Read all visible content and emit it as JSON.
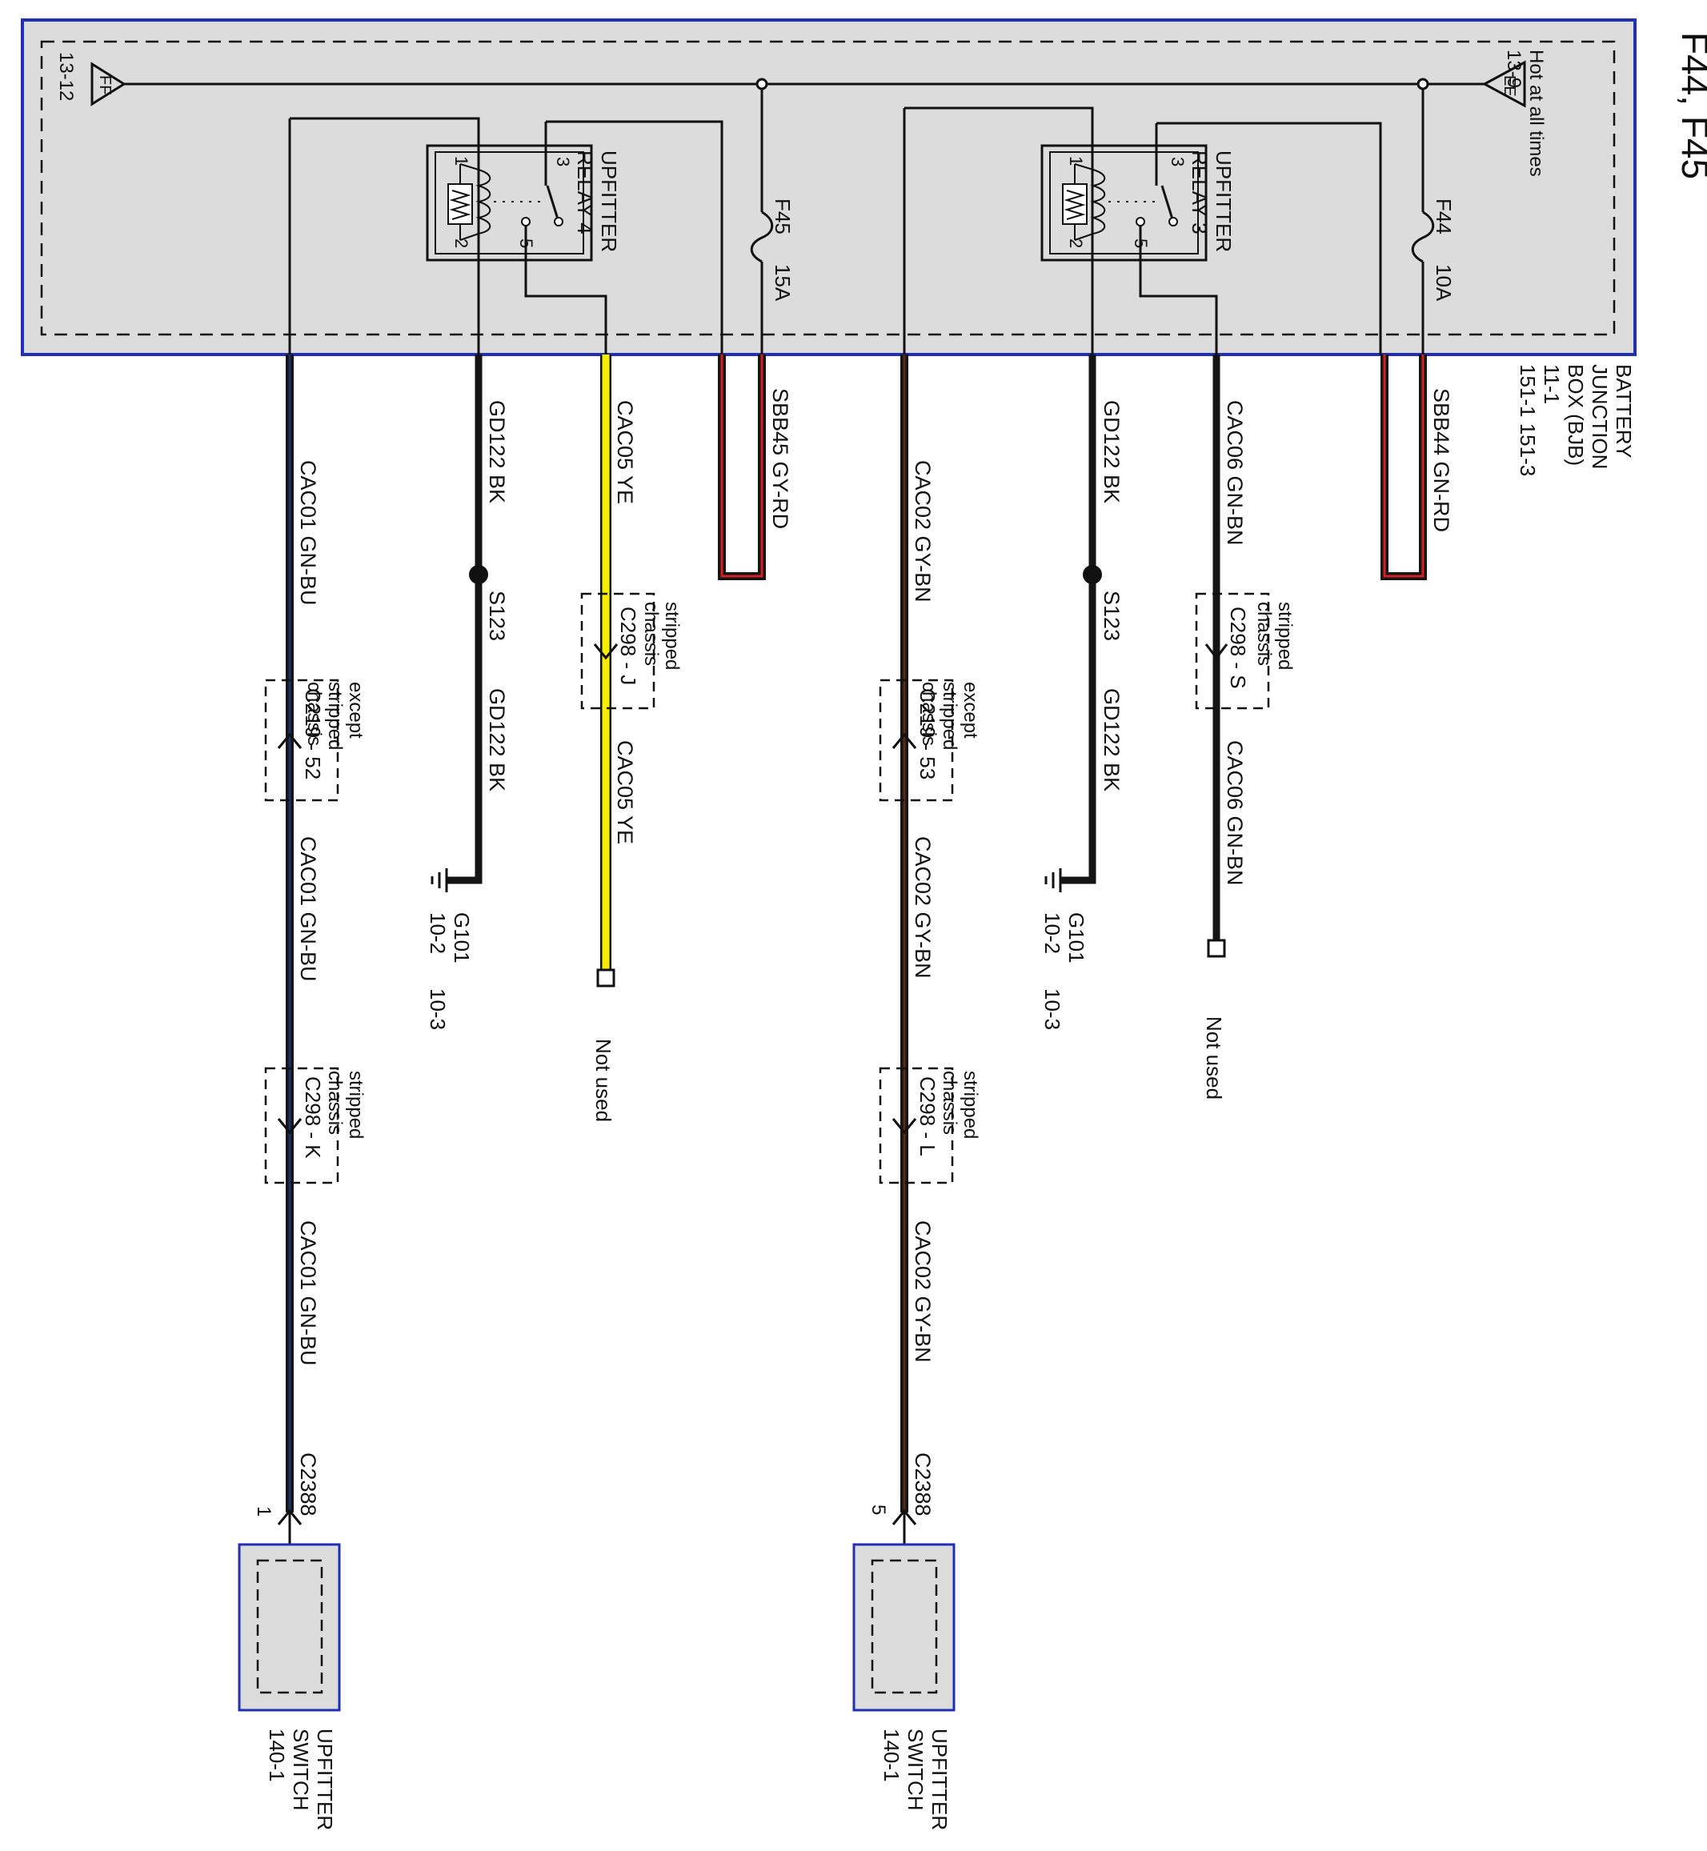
{
  "header": {
    "title": "F44, F45"
  },
  "bjb": {
    "label_lines": [
      "BATTERY",
      "JUNCTION",
      "BOX (BJB)",
      "11-1",
      "151-1   151-3"
    ],
    "hot": "Hot at all times",
    "ref_right": "13-9",
    "tag_right": "EE",
    "ref_left": "13-12",
    "tag_left": "FF"
  },
  "relays": [
    {
      "name_lines": [
        "UPFITTER",
        "RELAY 3"
      ],
      "pins": [
        "1",
        "2",
        "3",
        "5"
      ]
    },
    {
      "name_lines": [
        "UPFITTER",
        "RELAY 4"
      ],
      "pins": [
        "1",
        "2",
        "3",
        "5"
      ]
    }
  ],
  "fuses": [
    {
      "id": "F44",
      "rating": "10A"
    },
    {
      "id": "F45",
      "rating": "15A"
    }
  ],
  "circuits": {
    "sbb44": "SBB44   GN-RD",
    "sbb45": "SBB45   GY-RD",
    "cac06_1": "CAC06   GN-BN",
    "cac06_2": "CAC06   GN-BN",
    "cac05_1": "CAC05   YE",
    "cac05_2": "CAC05   YE",
    "gd122_r1": "GD122   BK",
    "gd122_r2": "GD122   BK",
    "gd122_l1": "GD122   BK",
    "gd122_l2": "GD122   BK",
    "cac02_1": "CAC02   GY-BN",
    "cac02_2": "CAC02   GY-BN",
    "cac02_3": "CAC02   GY-BN",
    "cac01_1": "CAC01   GN-BU",
    "cac01_2": "CAC01   GN-BU",
    "cac01_3": "CAC01   GN-BU"
  },
  "splices": {
    "right": "S123",
    "left": "S123"
  },
  "grounds": {
    "right": {
      "id": "G101",
      "ref1": "10-2",
      "ref2": "10-3"
    },
    "left": {
      "id": "G101",
      "ref1": "10-2",
      "ref2": "10-3"
    }
  },
  "connectors": {
    "c298_s": {
      "pin": "C298 - S",
      "note": "stripped chassis"
    },
    "c298_j": {
      "pin": "C298 - J",
      "note": "stripped chassis"
    },
    "c219_53": {
      "pin": "C219 - 53",
      "note": "except stripped chassis"
    },
    "c219_52": {
      "pin": "C219 - 52",
      "note": "except stripped chassis"
    },
    "c298_l": {
      "pin": "C298 - L",
      "note": "stripped chassis"
    },
    "c298_k": {
      "pin": "C298 - K",
      "note": "stripped chassis"
    },
    "c2388_right": {
      "id": "C2388",
      "pin": "5"
    },
    "c2388_left": {
      "id": "C2388",
      "pin": "1"
    }
  },
  "not_used": {
    "right": "Not used",
    "left": "Not used"
  },
  "switches": [
    {
      "name_lines": [
        "UPFITTER",
        "SWITCH",
        "140-1"
      ]
    },
    {
      "name_lines": [
        "UPFITTER",
        "SWITCH",
        "140-1"
      ]
    }
  ],
  "colors": {
    "module_border": "#1f2fb8",
    "module_fill": "#dcdcdc",
    "wire_black": "#141414",
    "wire_red": "#d42020",
    "wire_yellow": "#f6f000",
    "wire_brown": "#5a2a1c",
    "wire_blue": "#20306a",
    "wire_green": "#1e5e2c"
  }
}
